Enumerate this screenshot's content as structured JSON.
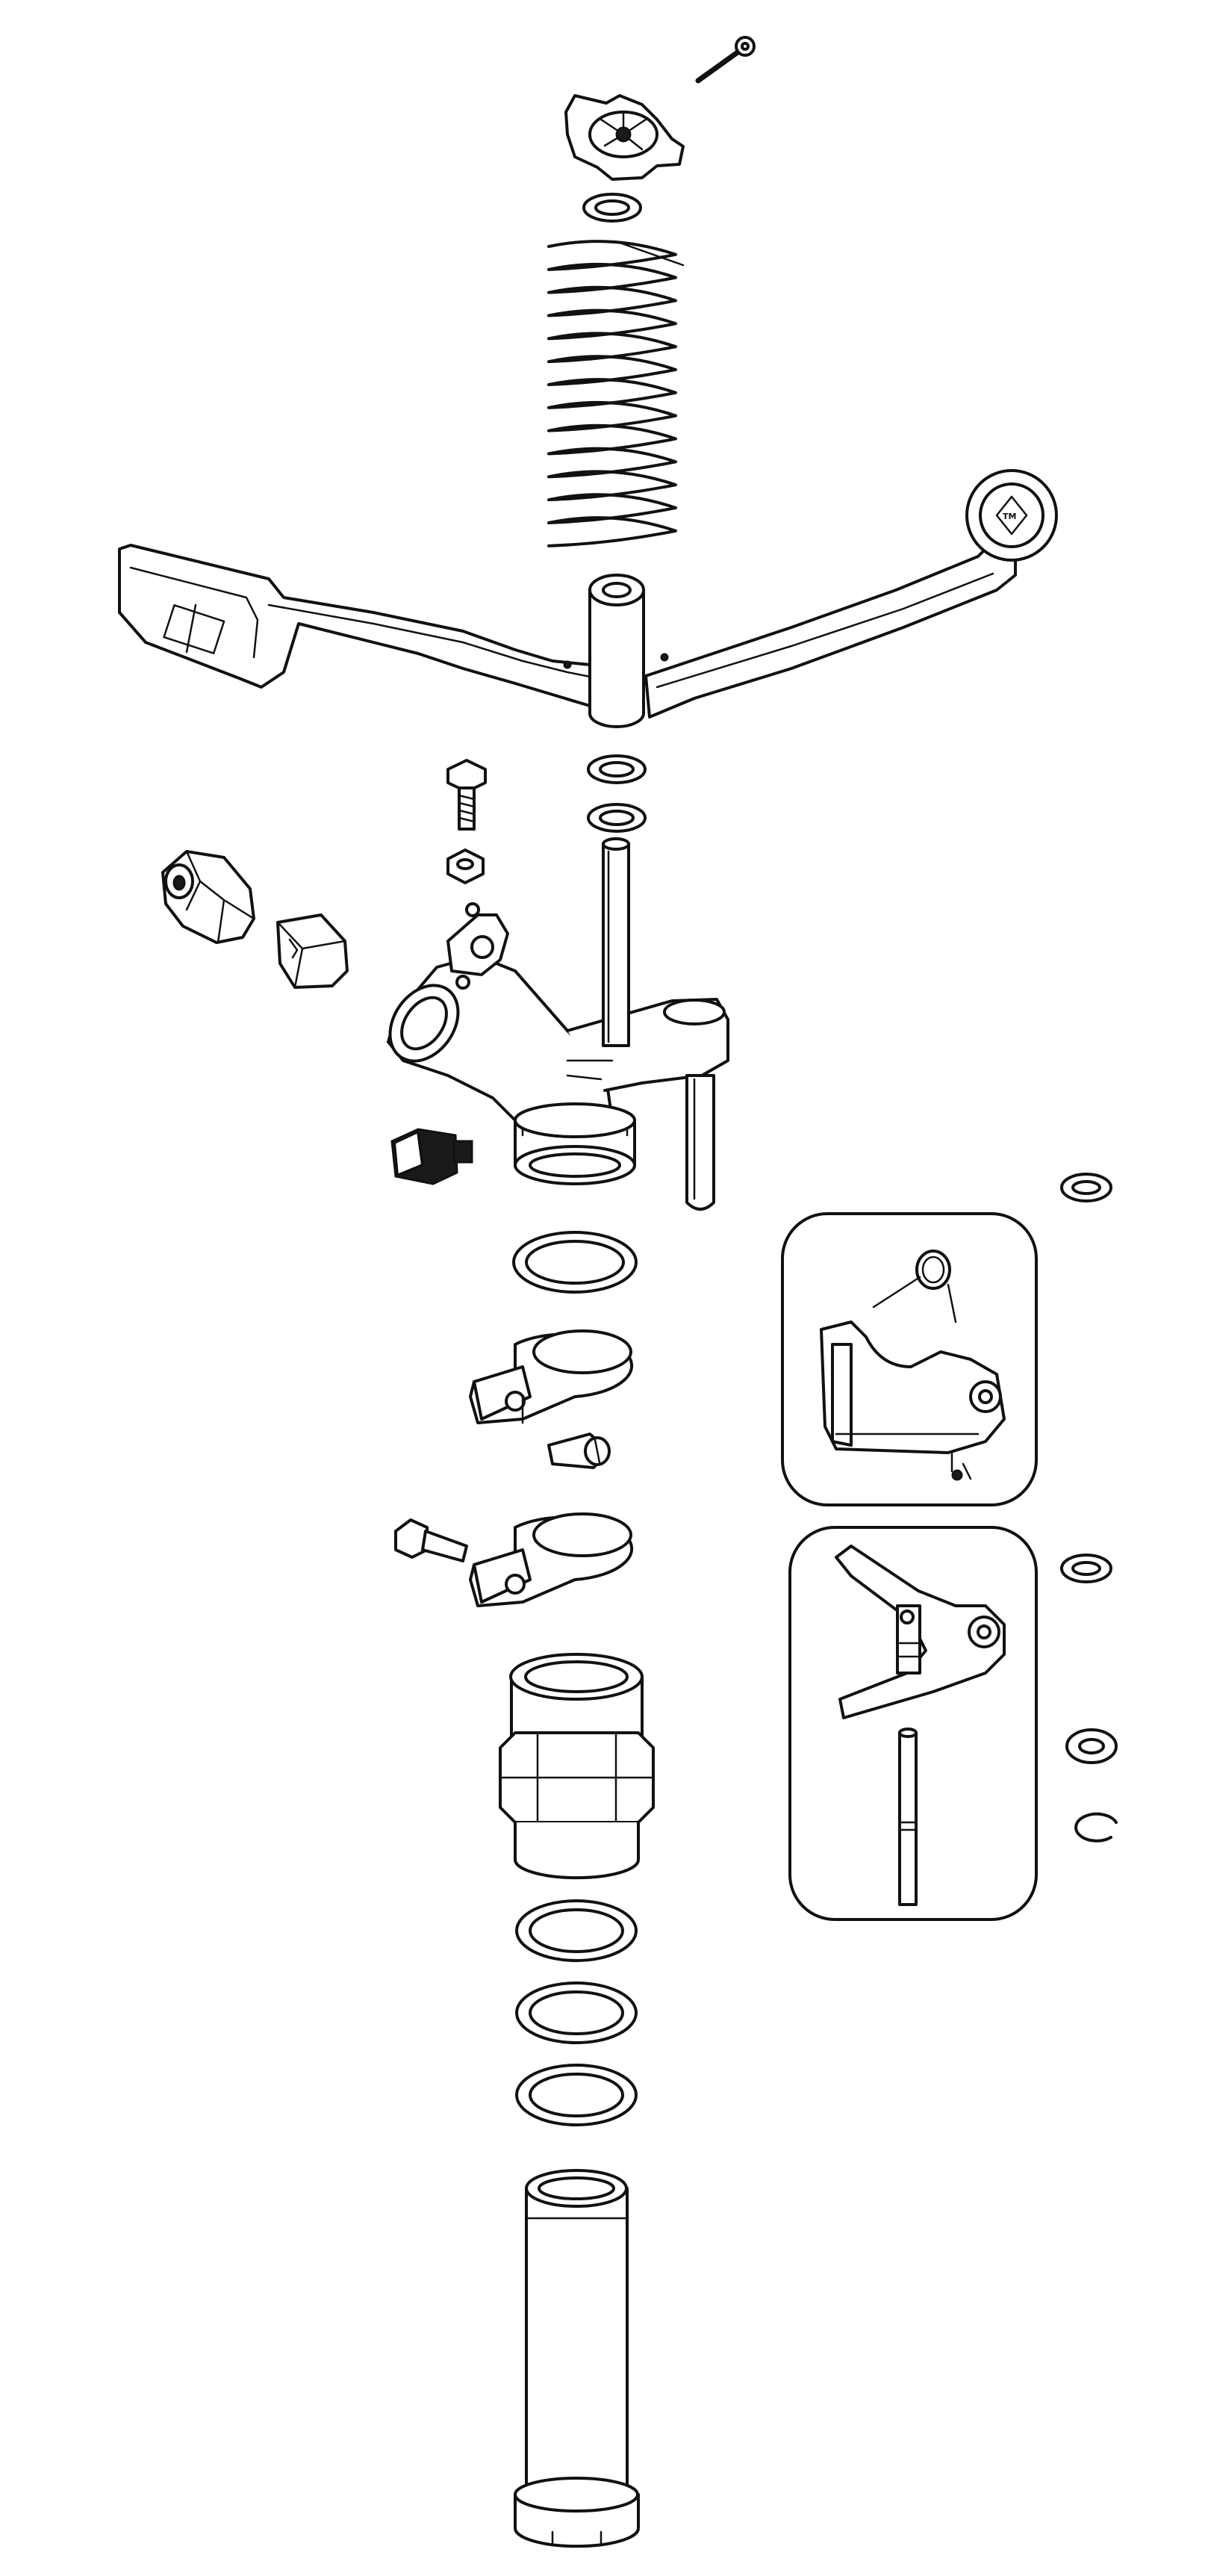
{
  "diagram": {
    "kind": "exploded parts drawing",
    "logo_text": "TM",
    "detail_inset_count": 2
  }
}
